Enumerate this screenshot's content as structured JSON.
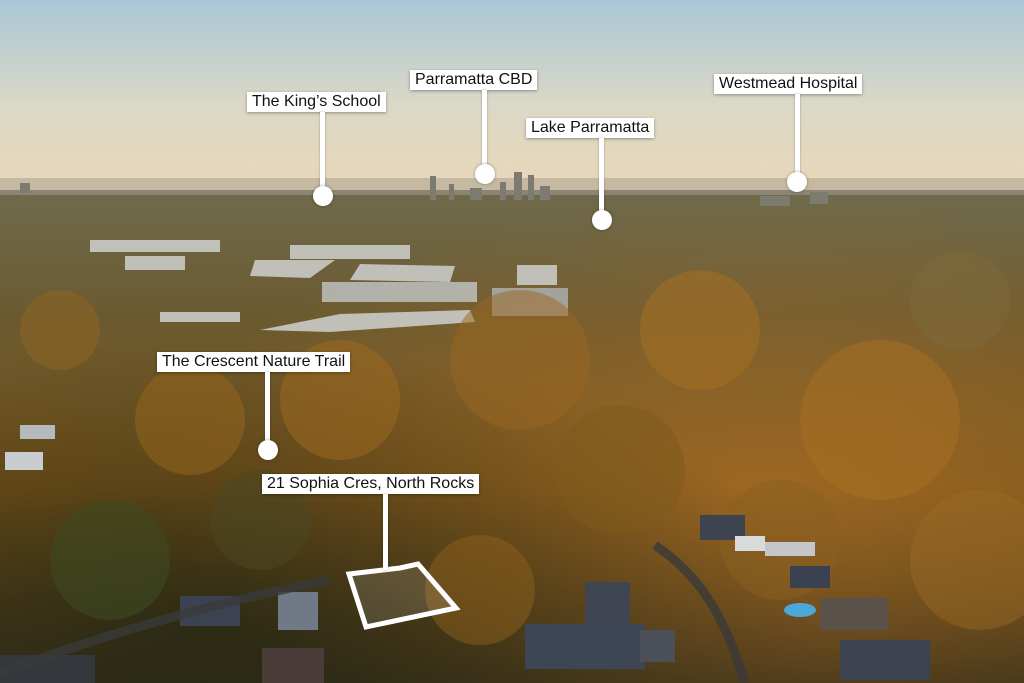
{
  "annotations": {
    "kings_school": "The King’s School",
    "parramatta_cbd": "Parramatta CBD",
    "westmead_hospital": "Westmead Hospital",
    "lake_parramatta": "Lake Parramatta",
    "crescent_nature_trail": "The Crescent Nature Trail",
    "property_address": "21 Sophia Cres, North Rocks"
  },
  "colors": {
    "label_background": "#ffffff",
    "label_text": "#111111",
    "marker": "#ffffff"
  }
}
